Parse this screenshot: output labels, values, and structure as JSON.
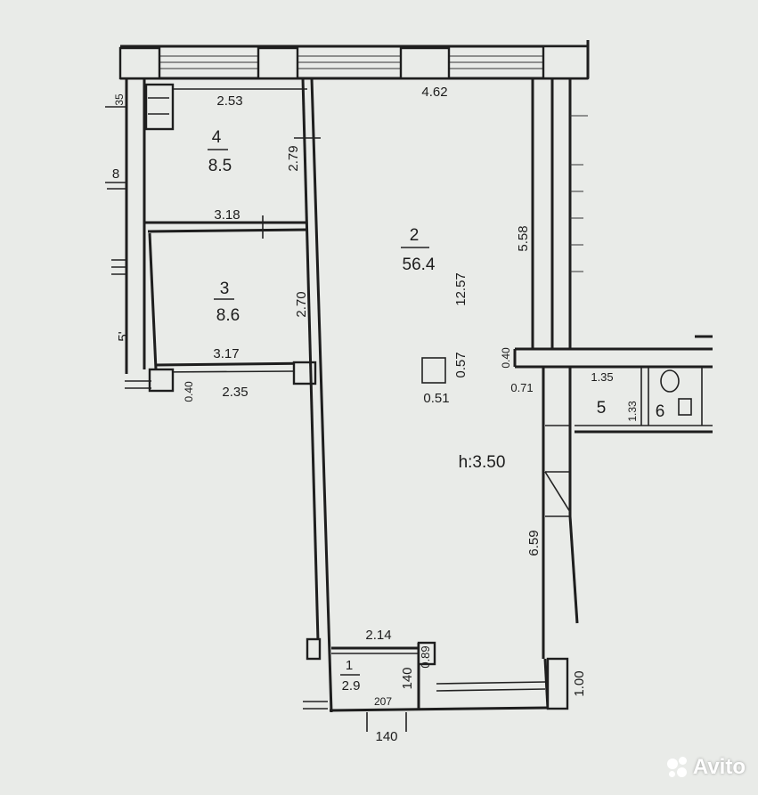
{
  "plan": {
    "rooms": [
      {
        "id": "room-4",
        "number": "4",
        "area": "8.5"
      },
      {
        "id": "room-3",
        "number": "3",
        "area": "8.6"
      },
      {
        "id": "room-2",
        "number": "2",
        "area": "56.4"
      },
      {
        "id": "room-1",
        "number": "1",
        "area": "2.9"
      },
      {
        "id": "room-5",
        "number": "5"
      },
      {
        "id": "room-6",
        "number": "6"
      }
    ],
    "dimensions": {
      "top_room4": "2.53",
      "top_room2": "4.62",
      "room4_height": "2.79",
      "room3_top": "3.18",
      "room3_bottom": "3.17",
      "room3_height": "2.70",
      "room2_right_upper": "5.58",
      "room2_length": "12.57",
      "column_side": "0.57",
      "column_bottom": "0.51",
      "wall_040": "0.40",
      "wall_071": "0.71",
      "room5_width": "1.35",
      "room5_height": "1.33",
      "room2_right_lower": "6.59",
      "bottom_left": "2.35",
      "room1_width": "2.14",
      "room1_side": "0.89",
      "room1_height": "140",
      "room1_207": "207",
      "bottom_140": "140",
      "right_100": "1.00",
      "left_040": "0.40",
      "left_edge_8": "8",
      "left_edge_5": "5'",
      "top_left_edge": "35"
    },
    "ceiling_height": "h:3.50"
  },
  "watermark": {
    "text": "Avito"
  }
}
